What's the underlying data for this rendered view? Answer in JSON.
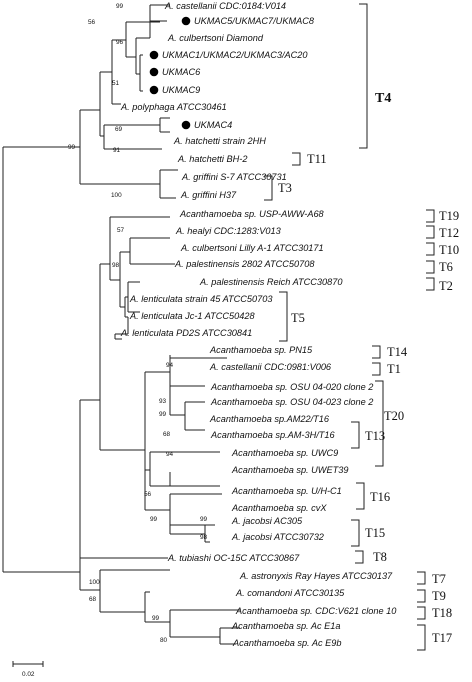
{
  "taxa": [
    {
      "id": "castellanii_0184",
      "label": "A. castellanii CDC:0184:V014",
      "marked": false
    },
    {
      "id": "ukmac5",
      "label": "UKMAC5/UKMAC7/UKMAC8",
      "marked": true
    },
    {
      "id": "culbertsoni_diamond",
      "label": "A. culbertsoni Diamond",
      "marked": false
    },
    {
      "id": "ukmac1",
      "label": "UKMAC1/UKMAC2/UKMAC3/AC20",
      "marked": true
    },
    {
      "id": "ukmac6",
      "label": "UKMAC6",
      "marked": true
    },
    {
      "id": "ukmac9",
      "label": "UKMAC9",
      "marked": true
    },
    {
      "id": "polyphaga",
      "label": "A. polyphaga ATCC30461",
      "marked": false
    },
    {
      "id": "ukmac4",
      "label": "UKMAC4",
      "marked": true
    },
    {
      "id": "hatchetti_2hh",
      "label": "A. hatchetti strain 2HH",
      "marked": false
    },
    {
      "id": "hatchetti_bh2",
      "label": "A. hatchetti BH-2",
      "marked": false
    },
    {
      "id": "griffini_s7",
      "label": "A. griffini S-7 ATCC30731",
      "marked": false
    },
    {
      "id": "griffini_h37",
      "label": "A. griffini H37",
      "marked": false
    },
    {
      "id": "usp_aww",
      "label": "Acanthamoeba sp. USP-AWW-A68",
      "marked": false
    },
    {
      "id": "healyi",
      "label": "A. healyi CDC:1283:V013",
      "marked": false
    },
    {
      "id": "culbertsoni_lilly",
      "label": "A. culbertsoni Lilly A-1 ATCC30171",
      "marked": false
    },
    {
      "id": "palestinensis_2802",
      "label": "A. palestinensis 2802 ATCC50708",
      "marked": false
    },
    {
      "id": "palestinensis_reich",
      "label": "A. palestinensis Reich ATCC30870",
      "marked": false
    },
    {
      "id": "lenticulata_45",
      "label": "A. lenticulata strain 45 ATCC50703",
      "marked": false
    },
    {
      "id": "lenticulata_jc1",
      "label": "A. lenticulata Jc-1 ATCC50428",
      "marked": false
    },
    {
      "id": "lenticulata_pd2s",
      "label": "A. lenticulata PD2S ATCC30841",
      "marked": false
    },
    {
      "id": "pn15",
      "label": "Acanthamoeba sp. PN15",
      "marked": false
    },
    {
      "id": "castellanii_0981",
      "label": "A. castellanii CDC:0981:V006",
      "marked": false
    },
    {
      "id": "osu_020",
      "label": "Acanthamoeba sp. OSU 04-020 clone 2",
      "marked": false
    },
    {
      "id": "osu_023",
      "label": "Acanthamoeba sp. OSU 04-023 clone 2",
      "marked": false
    },
    {
      "id": "am22",
      "label": "Acanthamoeba sp.AM22/T16",
      "marked": false
    },
    {
      "id": "am3h",
      "label": "Acanthamoeba sp.AM-3H/T16",
      "marked": false
    },
    {
      "id": "uwc9",
      "label": "Acanthamoeba sp. UWC9",
      "marked": false
    },
    {
      "id": "uwet39",
      "label": "Acanthamoeba sp. UWET39",
      "marked": false
    },
    {
      "id": "uhc1",
      "label": "Acanthamoeba sp. U/H-C1",
      "marked": false
    },
    {
      "id": "cvx",
      "label": "Acanthamoeba sp. cvX",
      "marked": false
    },
    {
      "id": "jacobsi_ac305",
      "label": "A. jacobsi AC305",
      "marked": false
    },
    {
      "id": "jacobsi_30732",
      "label": "A. jacobsi ATCC30732",
      "marked": false
    },
    {
      "id": "tubiashi",
      "label": "A. tubiashi OC-15C ATCC30867",
      "marked": false
    },
    {
      "id": "astronyxis",
      "label": "A. astronyxis Ray Hayes ATCC30137",
      "marked": false
    },
    {
      "id": "comandoni",
      "label": "A. comandoni ATCC30135",
      "marked": false
    },
    {
      "id": "cdc_v621",
      "label": "Acanthamoeba sp. CDC:V621 clone 10",
      "marked": false
    },
    {
      "id": "ac_e1a",
      "label": "Acanthamoeba sp. Ac E1a",
      "marked": false
    },
    {
      "id": "ac_e9b",
      "label": "Acanthamoeba sp. Ac E9b",
      "marked": false
    }
  ],
  "bootstrap_values": [
    "99",
    "56",
    "96",
    "51",
    "69",
    "91",
    "99",
    "100",
    "57",
    "98",
    "94",
    "93",
    "99",
    "68",
    "94",
    "56",
    "99",
    "99",
    "98",
    "100",
    "68",
    "99",
    "80"
  ],
  "genotype_groups": [
    "T4",
    "T11",
    "T3",
    "T19",
    "T12",
    "T10",
    "T6",
    "T2",
    "T5",
    "T14",
    "T1",
    "T20",
    "T13",
    "T16",
    "T15",
    "T8",
    "T7",
    "T9",
    "T18",
    "T17"
  ],
  "scale_bar": {
    "label": "0.02"
  }
}
